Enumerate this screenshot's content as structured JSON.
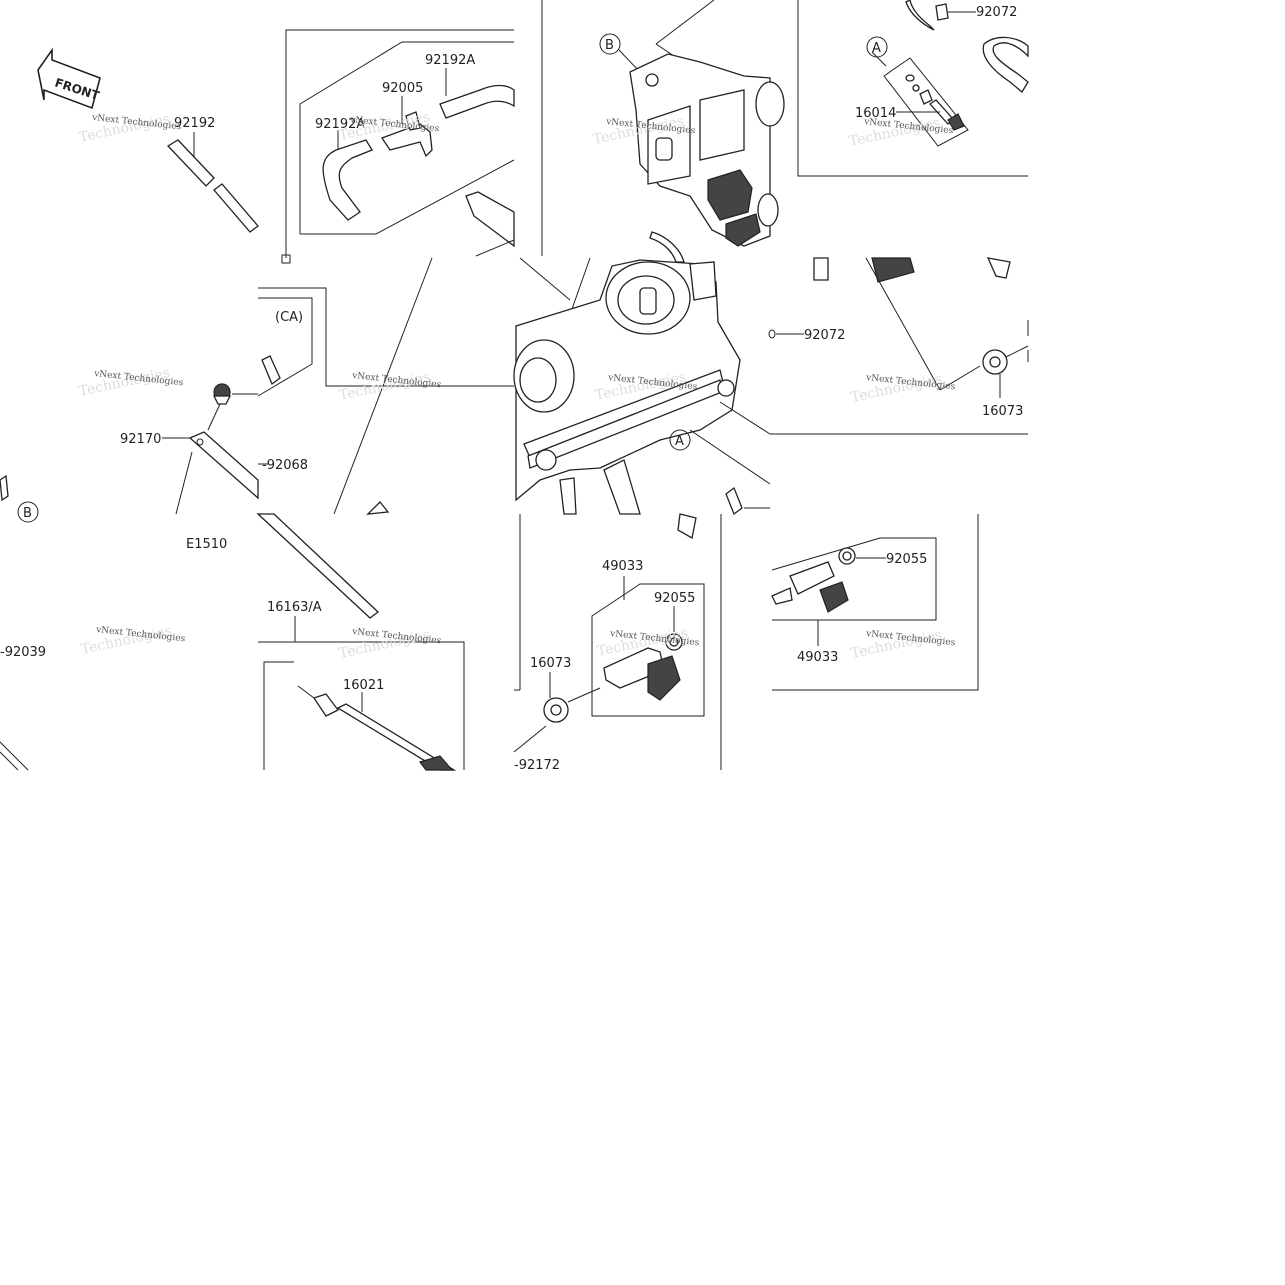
{
  "watermark": {
    "line1": "vNext Technologies",
    "line2": "Technologies"
  },
  "front_label": "FRONT",
  "labels": {
    "p92192": "92192",
    "p92192A_1": "92192A",
    "p92192A_2": "92192A",
    "p92005": "92005",
    "p92072_1": "92072",
    "p92072_2": "92072",
    "p16014": "16014",
    "p16073_1": "16073",
    "p16073_2": "16073",
    "ca": "(CA)",
    "p92170": "92170",
    "p92068": "-92068",
    "e1510": "E1510",
    "p92039": "-92039",
    "p16163A": "16163/A",
    "p16021": "16021",
    "p49033_1": "49033",
    "p49033_2": "49033",
    "p92055_1": "92055",
    "p92055_2": "92055",
    "p92172": "-92172",
    "callout_a1": "A",
    "callout_a2": "A",
    "callout_b1": "B",
    "callout_b2": "B"
  }
}
